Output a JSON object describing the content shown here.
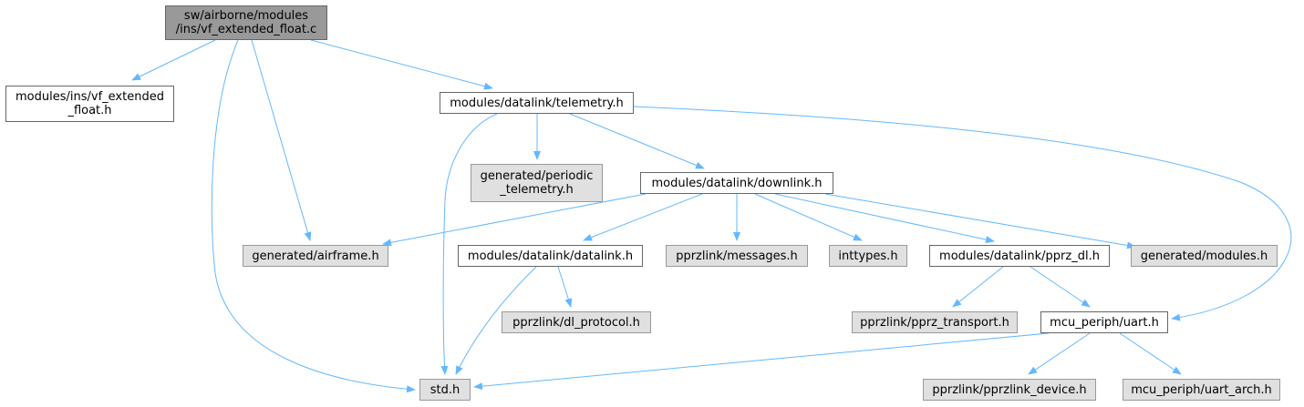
{
  "diagram": {
    "type": "include-dependency-graph",
    "edge_color": "#63b8ff",
    "colors": {
      "root_fill": "#999999",
      "documented_fill": "#ffffff",
      "undocumented_fill": "#e0e0e0",
      "border": "#666666"
    },
    "nodes": [
      {
        "id": "root",
        "lines": [
          "sw/airborne/modules",
          "/ins/vf_extended_float.c"
        ],
        "kind": "root"
      },
      {
        "id": "vf_h",
        "lines": [
          "modules/ins/vf_extended",
          "_float.h"
        ],
        "kind": "documented"
      },
      {
        "id": "telemetry",
        "lines": [
          "modules/datalink/telemetry.h"
        ],
        "kind": "documented"
      },
      {
        "id": "periodic",
        "lines": [
          "generated/periodic",
          "_telemetry.h"
        ],
        "kind": "undocumented"
      },
      {
        "id": "downlink",
        "lines": [
          "modules/datalink/downlink.h"
        ],
        "kind": "documented"
      },
      {
        "id": "airframe",
        "lines": [
          "generated/airframe.h"
        ],
        "kind": "undocumented"
      },
      {
        "id": "datalink",
        "lines": [
          "modules/datalink/datalink.h"
        ],
        "kind": "documented"
      },
      {
        "id": "messages",
        "lines": [
          "pprzlink/messages.h"
        ],
        "kind": "undocumented"
      },
      {
        "id": "inttypes",
        "lines": [
          "inttypes.h"
        ],
        "kind": "undocumented"
      },
      {
        "id": "pprz_dl",
        "lines": [
          "modules/datalink/pprz_dl.h"
        ],
        "kind": "documented"
      },
      {
        "id": "gen_modules",
        "lines": [
          "generated/modules.h"
        ],
        "kind": "undocumented"
      },
      {
        "id": "dl_protocol",
        "lines": [
          "pprzlink/dl_protocol.h"
        ],
        "kind": "undocumented"
      },
      {
        "id": "pprz_transport",
        "lines": [
          "pprzlink/pprz_transport.h"
        ],
        "kind": "undocumented"
      },
      {
        "id": "uart",
        "lines": [
          "mcu_periph/uart.h"
        ],
        "kind": "documented"
      },
      {
        "id": "std",
        "lines": [
          "std.h"
        ],
        "kind": "undocumented"
      },
      {
        "id": "pprzlink_device",
        "lines": [
          "pprzlink/pprzlink_device.h"
        ],
        "kind": "undocumented"
      },
      {
        "id": "uart_arch",
        "lines": [
          "mcu_periph/uart_arch.h"
        ],
        "kind": "undocumented"
      }
    ],
    "edges": [
      [
        "root",
        "vf_h"
      ],
      [
        "root",
        "telemetry"
      ],
      [
        "root",
        "airframe"
      ],
      [
        "root",
        "std"
      ],
      [
        "telemetry",
        "periodic"
      ],
      [
        "telemetry",
        "downlink"
      ],
      [
        "telemetry",
        "std"
      ],
      [
        "telemetry",
        "uart"
      ],
      [
        "downlink",
        "airframe"
      ],
      [
        "downlink",
        "datalink"
      ],
      [
        "downlink",
        "messages"
      ],
      [
        "downlink",
        "inttypes"
      ],
      [
        "downlink",
        "pprz_dl"
      ],
      [
        "downlink",
        "gen_modules"
      ],
      [
        "datalink",
        "dl_protocol"
      ],
      [
        "datalink",
        "std"
      ],
      [
        "pprz_dl",
        "pprz_transport"
      ],
      [
        "pprz_dl",
        "uart"
      ],
      [
        "uart",
        "std"
      ],
      [
        "uart",
        "pprzlink_device"
      ],
      [
        "uart",
        "uart_arch"
      ]
    ]
  }
}
